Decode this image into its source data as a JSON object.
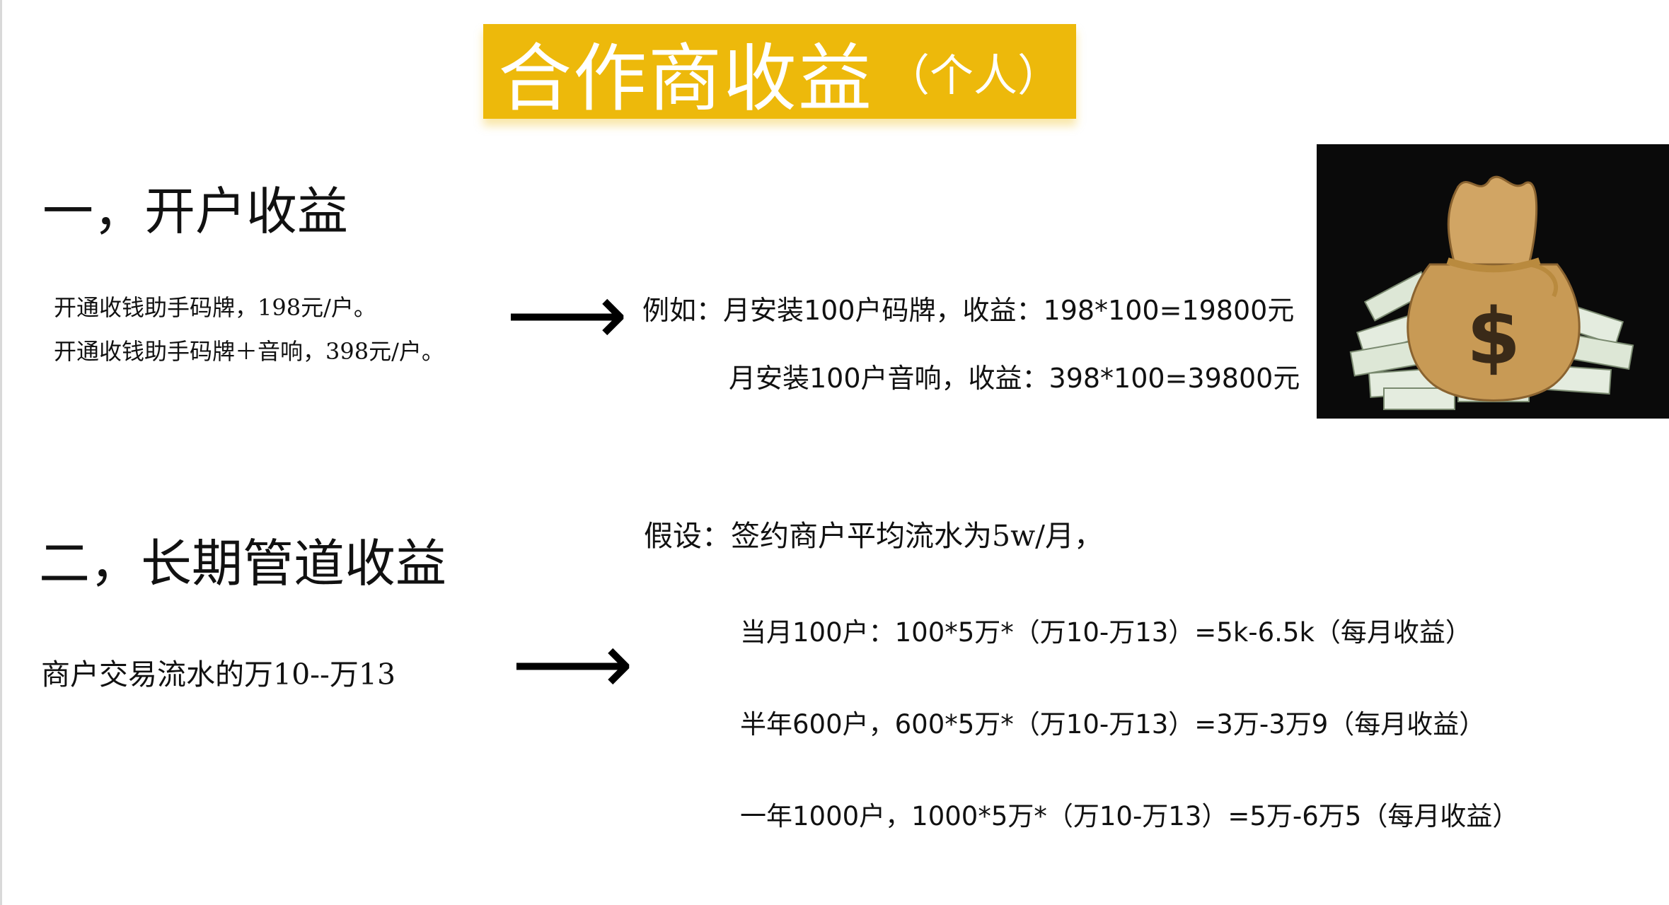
{
  "title": {
    "main": "合作商收益",
    "sub": "（个人）"
  },
  "section1": {
    "heading": "一，开户收益",
    "left_lines": [
      "开通收钱助手码牌，198元/户。",
      "开通收钱助手码牌＋音响，398元/户。"
    ],
    "arrow": "⟶",
    "right_lines": [
      "例如：月安装100户码牌，收益：198*100=19800元",
      "月安装100户音响，收益：398*100=39800元"
    ]
  },
  "section2": {
    "heading": "二，长期管道收益",
    "left_line": "商户交易流水的万10--万13",
    "arrow": "⟶",
    "assumption": "假设：签约商户平均流水为5w/月，",
    "lines": [
      "当月100户：100*5万*（万10-万13）=5k-6.5k（每月收益）",
      "半年600户，600*5万*（万10-万13）=3万-3万9（每月收益）",
      "一年1000户，1000*5万*（万10-万13）=5万-6万5（每月收益）"
    ]
  },
  "image": {
    "icon": "money-bag-icon",
    "symbol": "$",
    "colors": {
      "background": "#0a0a0a",
      "bag": "#c89a55",
      "cash": "#e4ecdf"
    }
  },
  "colors": {
    "banner": "#edb90b",
    "text": "#111111"
  }
}
